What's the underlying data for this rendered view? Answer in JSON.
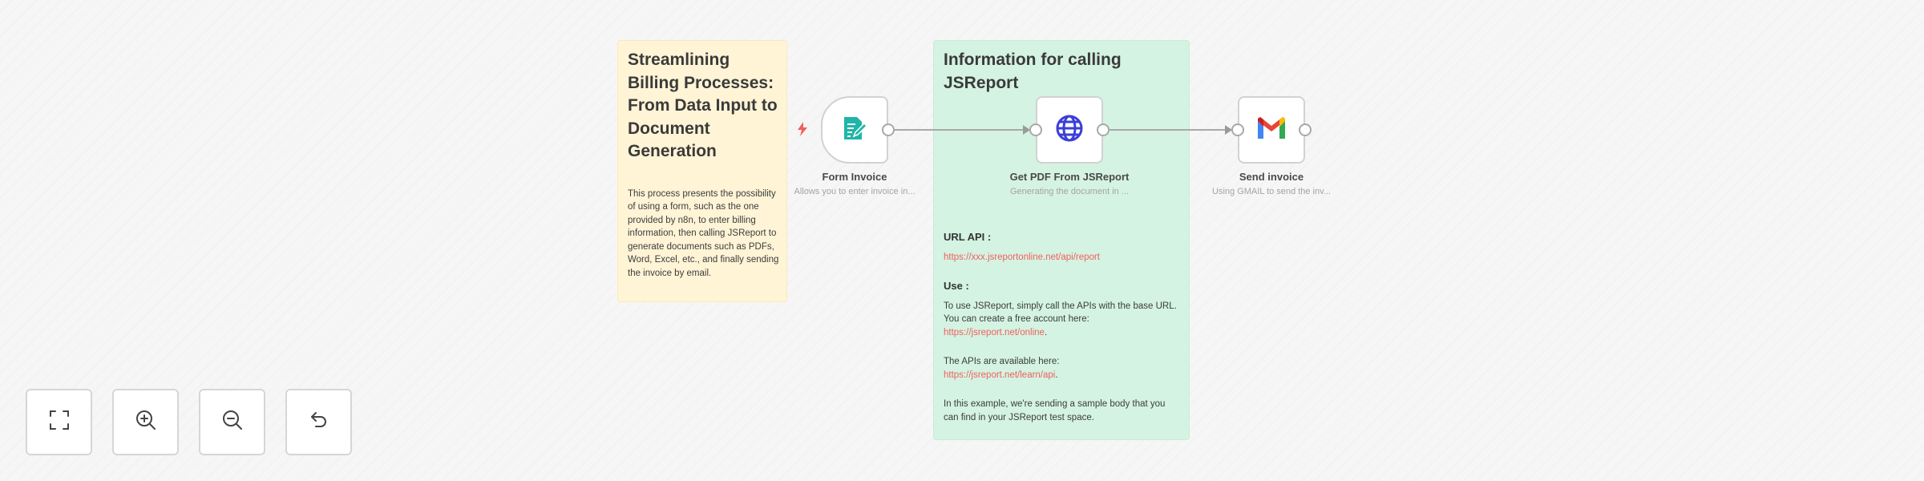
{
  "canvas": {
    "background": "#f6f6f6"
  },
  "sticky_notes": {
    "intro": {
      "color": "#fff4d6",
      "title": "Streamlining Billing Processes: From Data Input to Document Generation",
      "body": "This process presents the possibility of using a form, such as the one provided by n8n, to enter billing information, then calling JSReport to generate documents such as PDFs, Word, Excel, etc., and finally sending the invoice by email."
    },
    "jsreport_info": {
      "color": "#d4f3e2",
      "title": "Information for calling JSReport",
      "url_label": "URL API :",
      "url_value": "https://xxx.jsreportonline.net/api/report",
      "use_label": "Use :",
      "use_text": "To use JSReport, simply call the APIs with the base URL. You can create a free account here: ",
      "use_link": "https://jsreport.net/online",
      "apis_text": "The APIs are available here: ",
      "apis_link": "https://jsreport.net/learn/api",
      "example_text": "In this example, we're sending a sample body that you can find in your JSReport test space."
    }
  },
  "nodes": [
    {
      "id": "form",
      "title": "Form Invoice",
      "subtitle": "Allows you to enter invoice in...",
      "icon": "form-document-icon",
      "icon_color": "#1fb5a8",
      "trigger": true,
      "trigger_color": "#f0605d"
    },
    {
      "id": "http",
      "title": "Get PDF From JSReport",
      "subtitle": "Generating the document in ...",
      "icon": "globe-icon",
      "icon_color": "#3b3fd6"
    },
    {
      "id": "gmail",
      "title": "Send invoice",
      "subtitle": "Using GMAIL to send the inv...",
      "icon": "gmail-icon"
    }
  ],
  "controls": [
    {
      "id": "fit",
      "icon": "fit-view-icon",
      "label": "Zoom to fit"
    },
    {
      "id": "zoom-in",
      "icon": "zoom-in-icon",
      "label": "Zoom in"
    },
    {
      "id": "zoom-out",
      "icon": "zoom-out-icon",
      "label": "Zoom out"
    },
    {
      "id": "reset",
      "icon": "undo-icon",
      "label": "Reset zoom"
    }
  ],
  "colors": {
    "link": "#f0605d",
    "connection": "#a9a9a9",
    "node_border": "#d2d2d2"
  }
}
